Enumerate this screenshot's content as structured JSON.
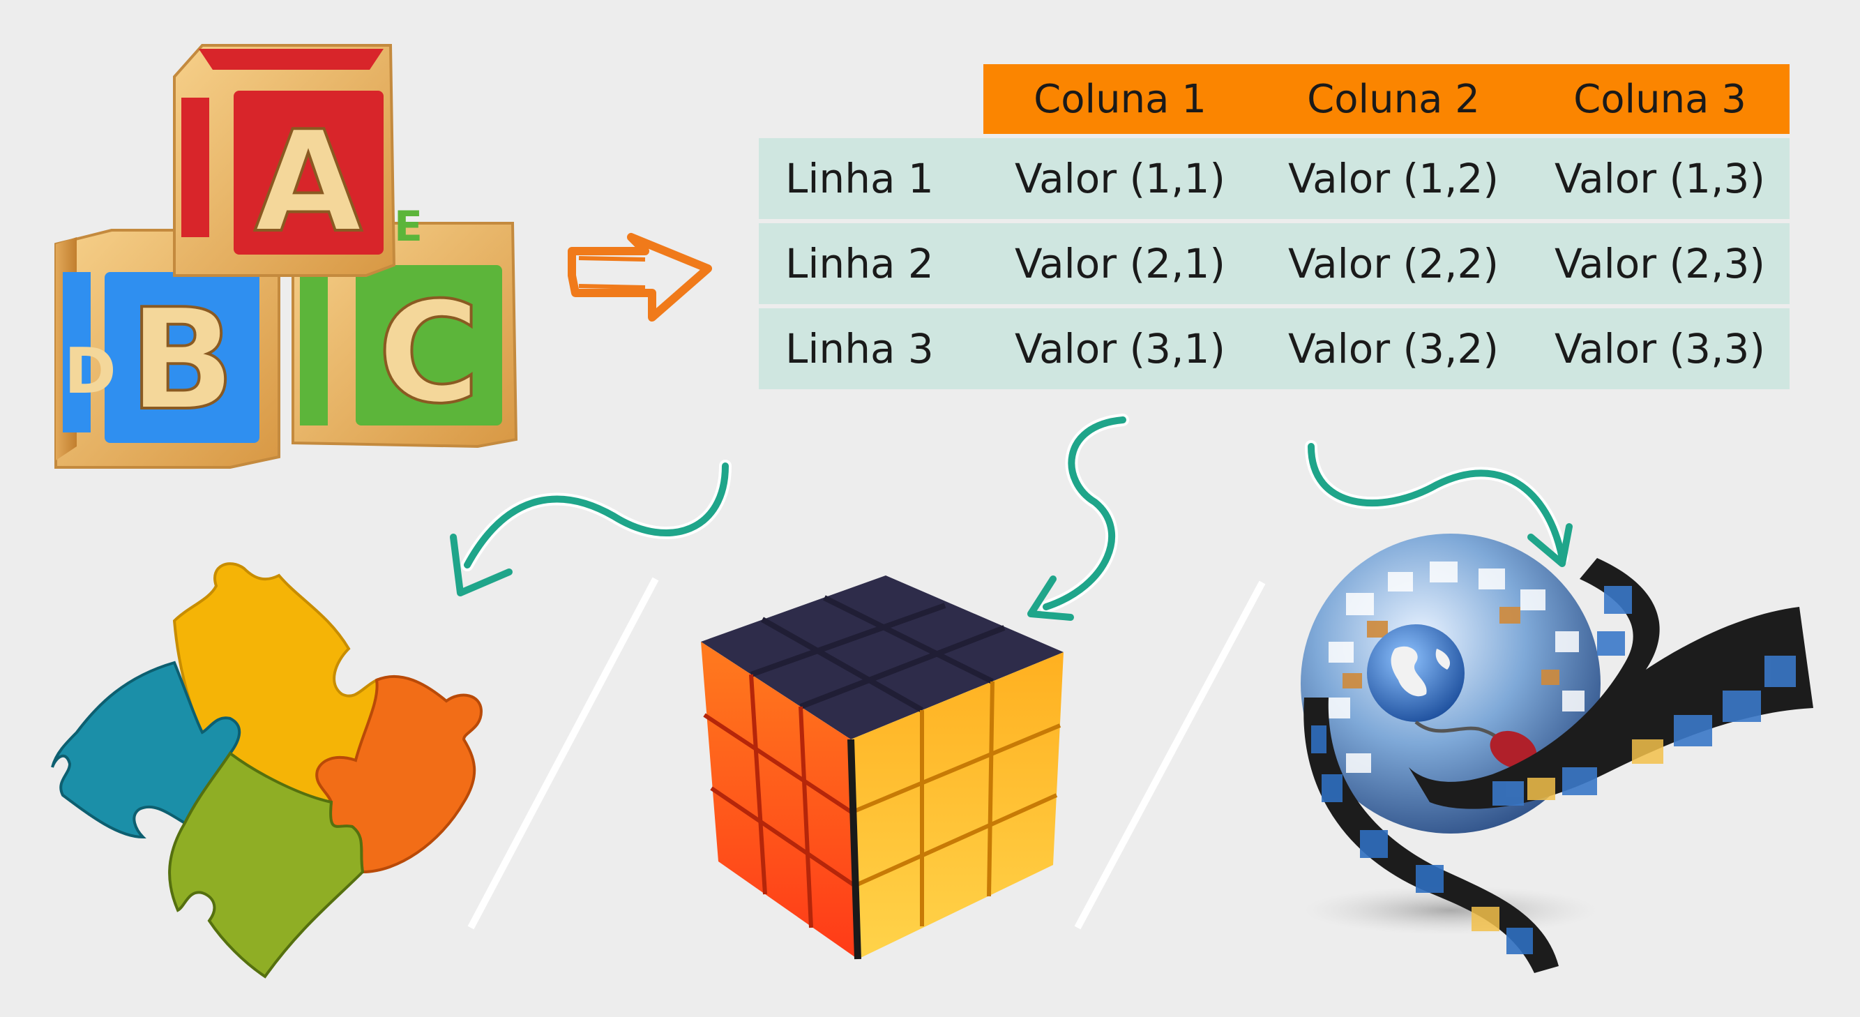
{
  "table": {
    "columns": [
      "Coluna 1",
      "Coluna 2",
      "Coluna 3"
    ],
    "rows": [
      {
        "label": "Linha 1",
        "values": [
          "Valor (1,1)",
          "Valor (1,2)",
          "Valor (1,3)"
        ]
      },
      {
        "label": "Linha 2",
        "values": [
          "Valor (2,1)",
          "Valor (2,2)",
          "Valor (2,3)"
        ]
      },
      {
        "label": "Linha 3",
        "values": [
          "Valor (3,1)",
          "Valor (3,2)",
          "Valor (3,3)"
        ]
      }
    ]
  },
  "blocks": {
    "letters": [
      "A",
      "B",
      "C",
      "D",
      "E"
    ]
  },
  "icons": [
    "abc-blocks-icon",
    "arrow-right-icon",
    "puzzle-icon",
    "rubiks-cube-icon",
    "media-globe-icon",
    "film-strip-icon"
  ],
  "colors": {
    "background": "#ededed",
    "header": "#fb8500",
    "cell": "#cfe6e0",
    "arrow_orange": "#f07a1a",
    "arrow_teal": "#1fa58a"
  }
}
